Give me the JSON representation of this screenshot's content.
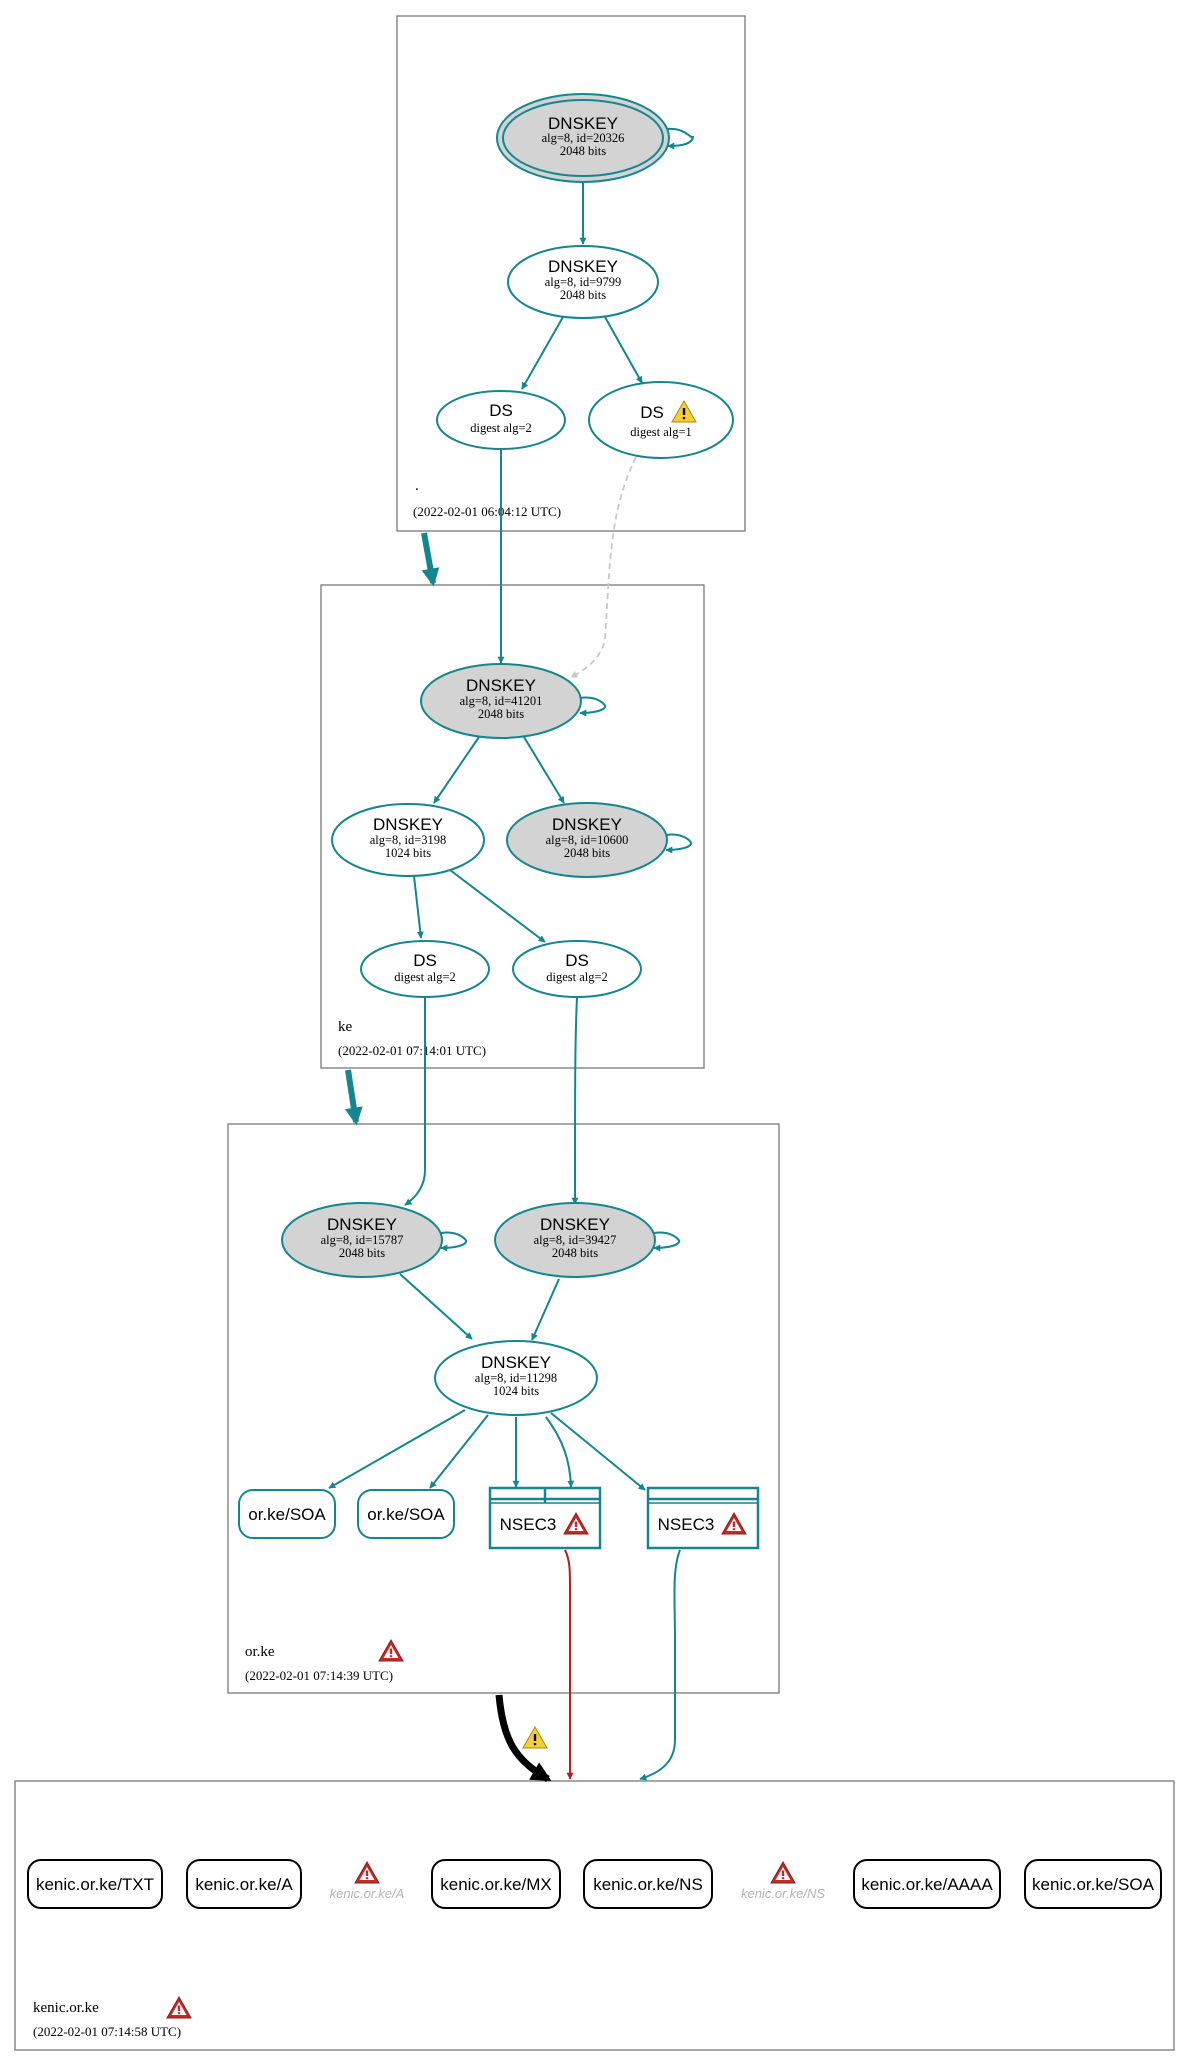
{
  "colors": {
    "teal": "#14868f",
    "gray_fill": "#d3d3d3",
    "error_red": "#b51e1e",
    "warning_yellow": "#f5d033",
    "dashed_gray": "#c8c8c8",
    "black": "#000000"
  },
  "zones": {
    "root": {
      "name": ".",
      "time": "(2022-02-01 06:04:12 UTC)"
    },
    "ke": {
      "name": "ke",
      "time": "(2022-02-01 07:14:01 UTC)"
    },
    "orke": {
      "name": "or.ke",
      "time": "(2022-02-01 07:14:39 UTC)",
      "status_icon": "error-icon"
    },
    "kenic": {
      "name": "kenic.or.ke",
      "time": "(2022-02-01 07:14:58 UTC)",
      "status_icon": "error-icon"
    }
  },
  "nodes": {
    "root_ksk": {
      "title": "DNSKEY",
      "line1": "alg=8, id=20326",
      "line2": "2048 bits"
    },
    "root_zsk": {
      "title": "DNSKEY",
      "line1": "alg=8, id=9799",
      "line2": "2048 bits"
    },
    "root_ds2": {
      "title": "DS",
      "line1": "digest alg=2"
    },
    "root_ds1": {
      "title": "DS",
      "line1": "digest alg=1",
      "status_icon": "warning-icon"
    },
    "ke_ksk": {
      "title": "DNSKEY",
      "line1": "alg=8, id=41201",
      "line2": "2048 bits"
    },
    "ke_zsk": {
      "title": "DNSKEY",
      "line1": "alg=8, id=3198",
      "line2": "1024 bits"
    },
    "ke_ksk2": {
      "title": "DNSKEY",
      "line1": "alg=8, id=10600",
      "line2": "2048 bits"
    },
    "ke_ds_a": {
      "title": "DS",
      "line1": "digest alg=2"
    },
    "ke_ds_b": {
      "title": "DS",
      "line1": "digest alg=2"
    },
    "orke_ksk1": {
      "title": "DNSKEY",
      "line1": "alg=8, id=15787",
      "line2": "2048 bits"
    },
    "orke_ksk2": {
      "title": "DNSKEY",
      "line1": "alg=8, id=39427",
      "line2": "2048 bits"
    },
    "orke_zsk": {
      "title": "DNSKEY",
      "line1": "alg=8, id=11298",
      "line2": "1024 bits"
    },
    "orke_soa1": {
      "label": "or.ke/SOA"
    },
    "orke_soa2": {
      "label": "or.ke/SOA"
    },
    "orke_nsec3_a": {
      "label": "NSEC3",
      "status_icon": "error-icon"
    },
    "orke_nsec3_b": {
      "label": "NSEC3",
      "status_icon": "error-icon"
    }
  },
  "delegation_warning": {
    "status_icon": "warning-icon"
  },
  "records": [
    {
      "label": "kenic.or.ke/TXT"
    },
    {
      "label": "kenic.or.ke/A"
    },
    {
      "label": "kenic.or.ke/A",
      "ghost": true,
      "status_icon": "error-icon"
    },
    {
      "label": "kenic.or.ke/MX"
    },
    {
      "label": "kenic.or.ke/NS"
    },
    {
      "label": "kenic.or.ke/NS",
      "ghost": true,
      "status_icon": "error-icon"
    },
    {
      "label": "kenic.or.ke/AAAA"
    },
    {
      "label": "kenic.or.ke/SOA"
    }
  ]
}
